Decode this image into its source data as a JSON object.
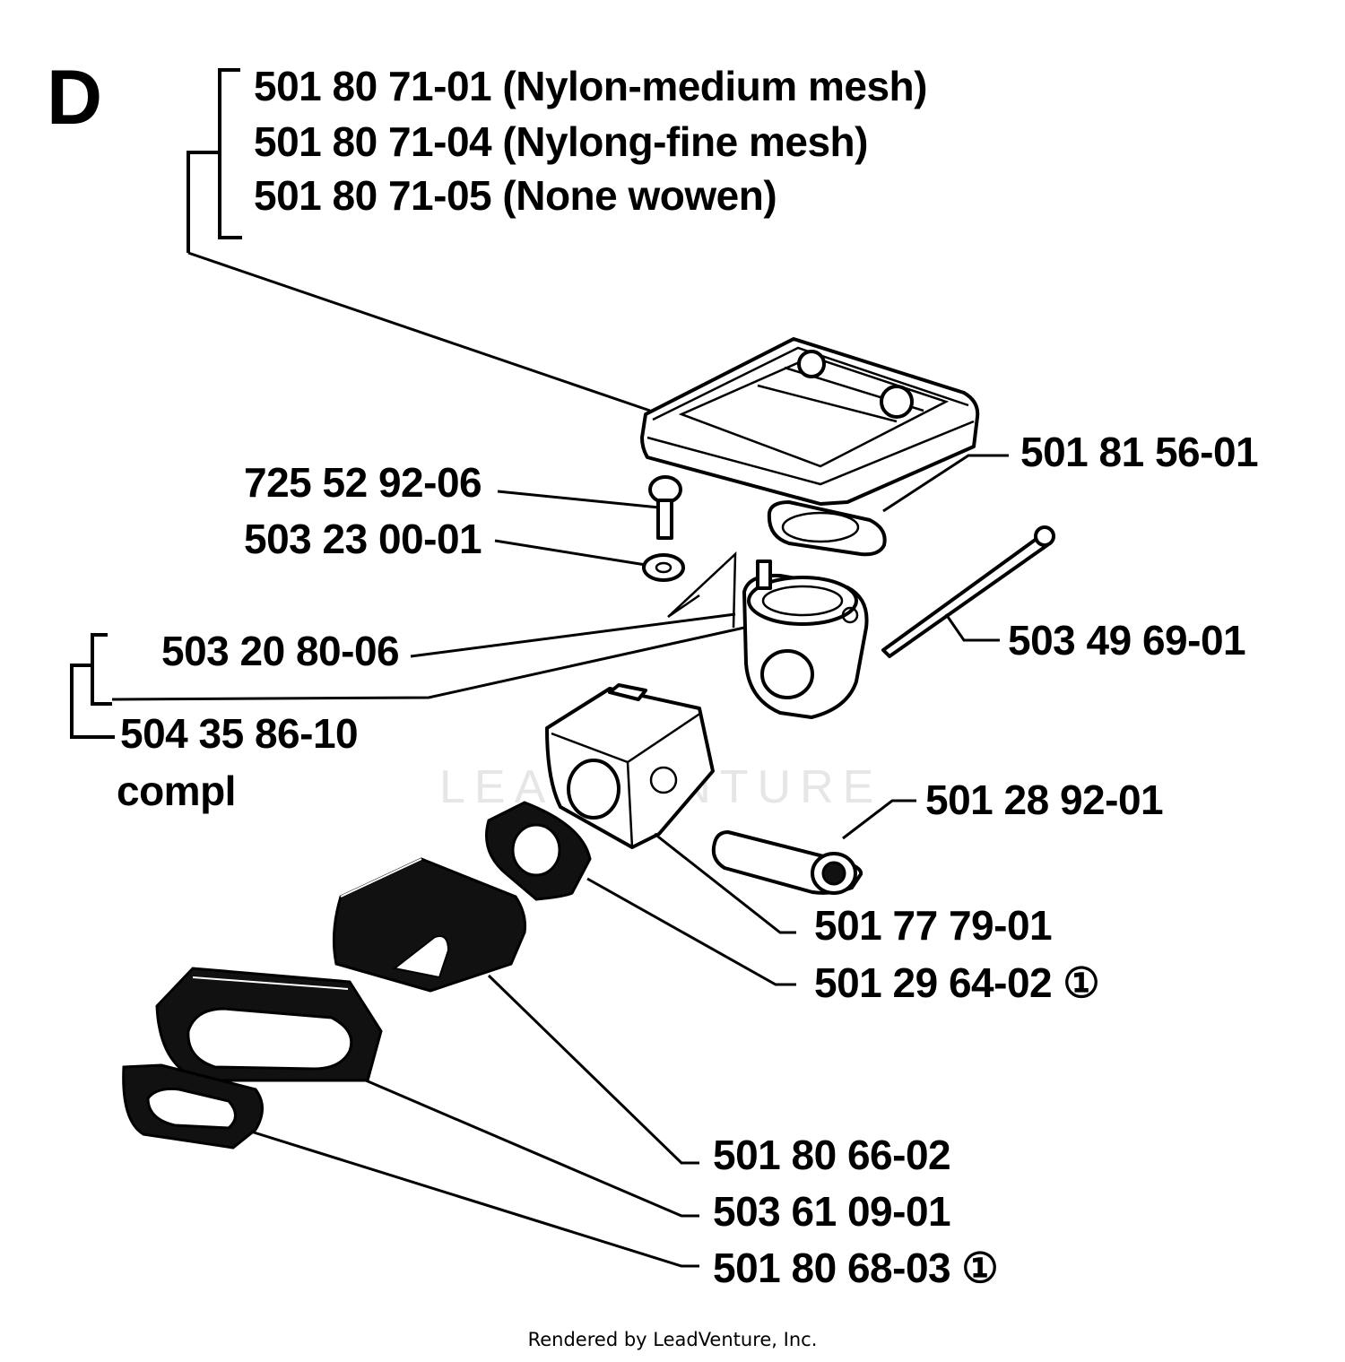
{
  "section_letter": "D",
  "labels": {
    "filter_01": "501 80 71-01 (Nylon-medium mesh)",
    "filter_04": "501 80 71-04 (Nylong-fine mesh)",
    "filter_05": "501 80 71-05 (None wowen)",
    "cover": "501 81 56-01",
    "screw": "725 52 92-06",
    "washer": "503 23 00-01",
    "pin": "503 49 69-01",
    "spring": "503 20 80-06",
    "kit": "504 35 86-10",
    "kit_note": "compl",
    "fuel_filter": "501 28 92-01",
    "carburetor": "501 77 79-01",
    "gasket_a": "501 29 64-02 ①",
    "insulator": "501 80 66-02",
    "intake": "503 61 09-01",
    "gasket_b": "501 80 68-03 ①"
  },
  "watermark": "LEADVENTURE",
  "footer": "Rendered by LeadVenture, Inc."
}
